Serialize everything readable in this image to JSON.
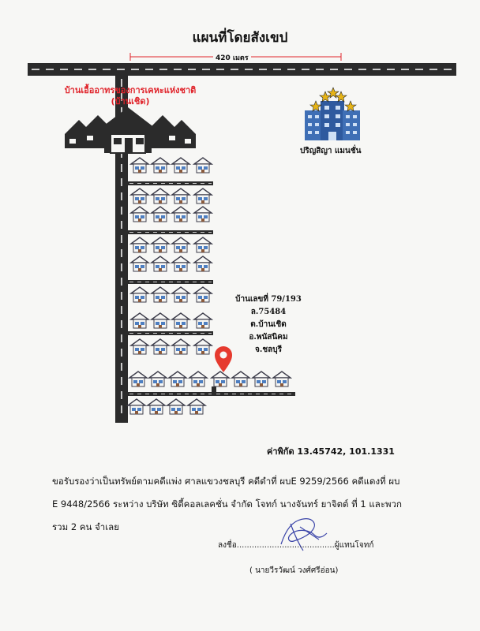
{
  "title": "แผนที่โดยสังเขป",
  "distance_label": "420 เมตร",
  "project_name": [
    "บ้านเอื้ออาทรของการเคหะแห่งชาติ",
    "(บ้านเชิด)"
  ],
  "condo_name": "ปริญสิญา แมนชั่น",
  "address_lines": [
    "บ้านเลขที่ 79/193",
    "ล.75484",
    "ต.บ้านเชิด",
    "อ.พนัสนิคม",
    "จ.ชลบุรี"
  ],
  "coordinates": "ค่าพิกัด 13.45742, 101.1331",
  "certification_lines": [
    "ขอรับรองว่าเป็นทรัพย์ตามคดีแพ่ง  ศาลแขวงชลบุรี คดีดำที่ ผบE 9259/2566 คดีแดงที่ ผบ",
    "E 9448/2566 ระหว่าง บริษัท ซิตี้คอลเลคชั่น จำกัด  โจทก์ นางจันทร์ ยาจิตต์ ที่ 1 และพวก",
    "รวม 2 คน จำเลย"
  ],
  "signature_line": "ลงชื่อ.......................................ผู้แทนโจทก์",
  "signer_name": "( นายวีรวัฒน์ วงศ์ศรีอ่อน)",
  "icons": [
    "road",
    "village-houses-icon",
    "hotel-building-icon",
    "location-pin-icon",
    "house-icon",
    "signature-icon"
  ],
  "colors": {
    "road": "#2b2b2b",
    "pin": "#e63a2e",
    "project_text": "#e0242b",
    "building": "#3f6fb5",
    "stars": "#e7b416"
  }
}
